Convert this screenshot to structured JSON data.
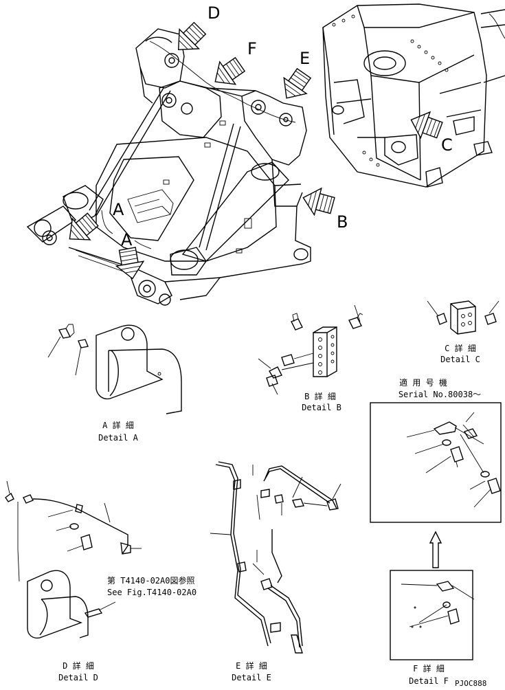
{
  "views": {
    "D": "D",
    "F": "F",
    "E": "E",
    "A1": "A",
    "A2": "A",
    "B": "B",
    "C": "C"
  },
  "details": {
    "a_jp": "A 詳 細",
    "a_en": "Detail A",
    "b_jp": "B 詳 細",
    "b_en": "Detail B",
    "c_jp": "C 詳 細",
    "c_en": "Detail C",
    "d_jp": "D 詳 細",
    "d_en": "Detail D",
    "e_jp": "E 詳 細",
    "e_en": "Detail E",
    "f_jp": "F 詳 細",
    "f_en": "Detail F"
  },
  "serial": {
    "jp": "適 用 号 機",
    "en": "Serial No.80038～"
  },
  "refnote": {
    "jp": "第 T4140-02A0図参照",
    "en": "See Fig.T4140-02A0"
  },
  "code": "PJOC888"
}
